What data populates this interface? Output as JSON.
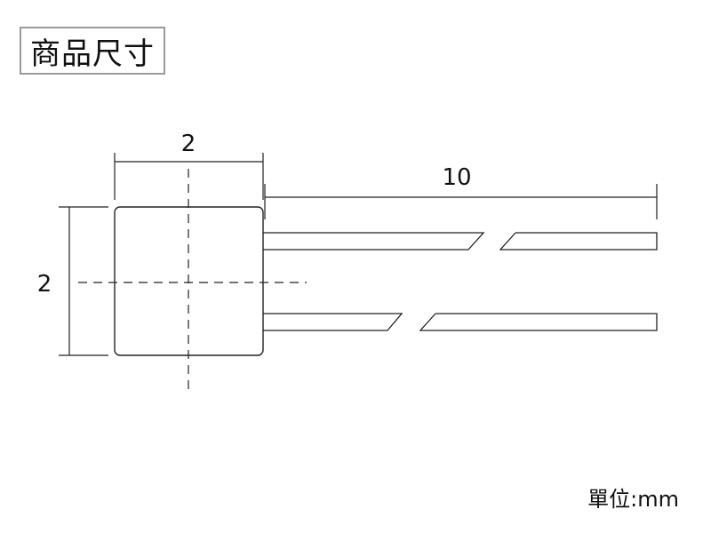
{
  "header": {
    "title": "商品尺寸"
  },
  "dimensions": {
    "body_width": "2",
    "body_height": "2",
    "lead_length": "10"
  },
  "footer": {
    "unit_label": "單位:mm"
  },
  "colors": {
    "line": "#222222",
    "title_border": "#9a9a9a"
  }
}
